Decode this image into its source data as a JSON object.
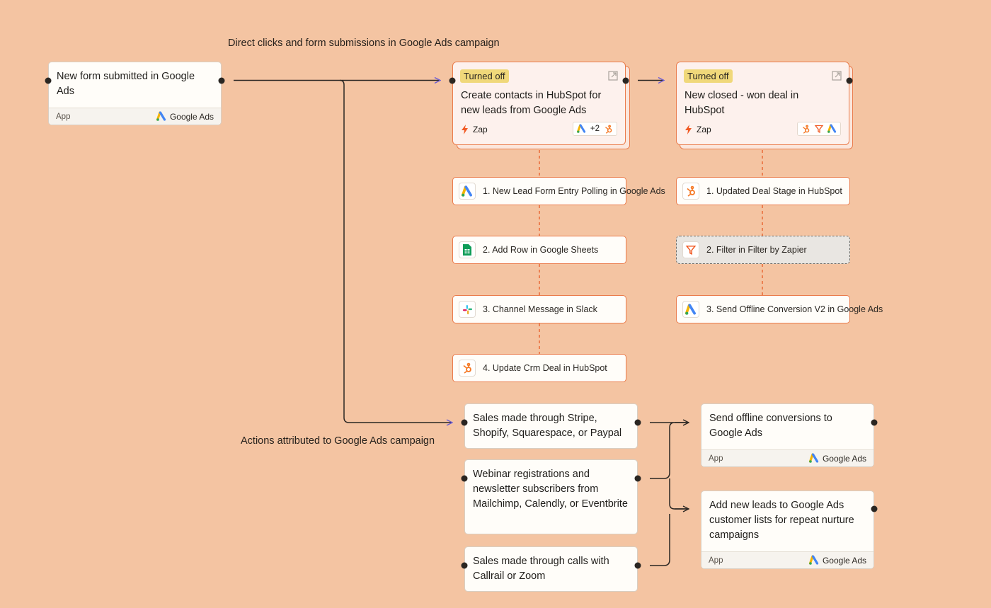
{
  "labels": {
    "top": "Direct clicks and form submissions in Google Ads campaign",
    "bottom": "Actions attributed to Google Ads campaign"
  },
  "trigger": {
    "title": "New form submitted in Google Ads",
    "type": "App",
    "app": "Google Ads"
  },
  "zaps": [
    {
      "status": "Turned off",
      "title": "Create contacts in HubSpot for new leads from Google Ads",
      "type": "Zap",
      "extra_apps": "+2",
      "steps": [
        "1. New Lead Form Entry Polling in Google Ads",
        "2. Add Row in Google Sheets",
        "3. Channel Message in Slack",
        "4. Update Crm Deal in HubSpot"
      ]
    },
    {
      "status": "Turned off",
      "title": "New closed - won deal in HubSpot",
      "type": "Zap",
      "steps": [
        "1. Updated Deal Stage in HubSpot",
        "2. Filter in Filter by Zapier",
        "3. Send Offline Conversion V2 in Google Ads"
      ]
    }
  ],
  "sources": [
    "Sales made through Stripe, Shopify, Squarespace, or Paypal",
    "Webinar registrations and newsletter subscribers from Mailchimp, Calendly, or Eventbrite",
    "Sales made through calls with Callrail or Zoom"
  ],
  "destinations": [
    {
      "title": "Send offline conversions to Google Ads",
      "type": "App",
      "app": "Google Ads"
    },
    {
      "title": "Add new leads to Google Ads customer lists for repeat nurture campaigns",
      "type": "App",
      "app": "Google Ads"
    }
  ],
  "colors": {
    "background": "#f4c4a2",
    "zap_border": "#ea7c4c",
    "badge": "#f0d87a",
    "arrow": "#6a5bd6",
    "connector": "#2a2622",
    "dashed": "#ea6a36"
  }
}
